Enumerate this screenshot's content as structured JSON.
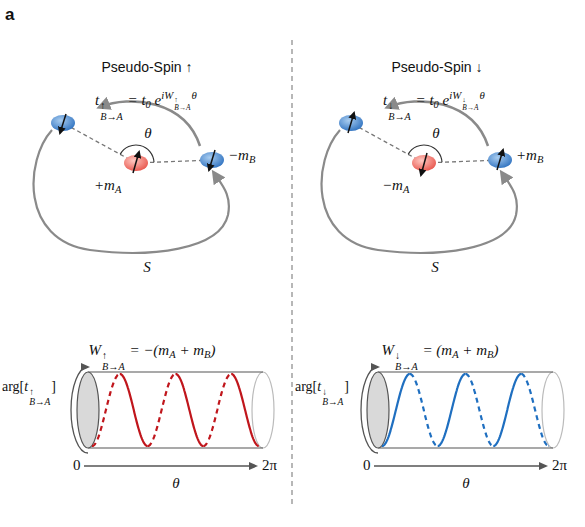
{
  "diagram": {
    "labels": [
      "a",
      "Pseudo-Spin ↑",
      "Pseudo-Spin ↓",
      "t↑B→A = t0 eiW↑B→Aθ",
      "θ",
      "+mA",
      "−mB",
      "S",
      "t↓B→A = t0 eiW↓B→Aθ",
      "θ",
      "−mA",
      "+mB",
      "S",
      "W↑B→A = −(mA + mB)",
      "W↓B→A = (mA + mB)",
      "arg[t↑B→A]",
      "0",
      "θ",
      "2π",
      "arg[t↓B→A]",
      "0",
      "θ",
      "2π"
    ]
  }
}
